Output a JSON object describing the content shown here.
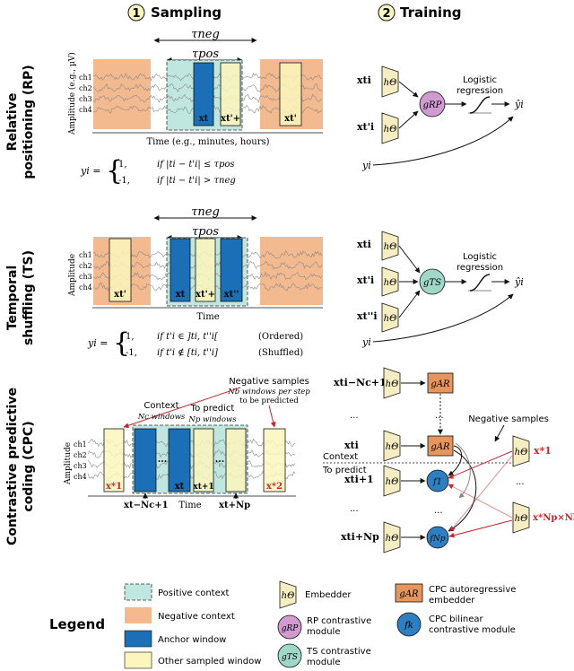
{
  "header": {
    "sampling_num": "1",
    "sampling": "Sampling",
    "training_num": "2",
    "training": "Training"
  },
  "rows": {
    "rp": [
      "Relative",
      "positioning (RP)"
    ],
    "ts": [
      "Temporal",
      "shuffling (TS)"
    ],
    "cpc": [
      "Contrastive predictive",
      "coding (CPC)"
    ]
  },
  "rp": {
    "tau_neg": "τneg",
    "tau_pos": "τpos",
    "ylabel": "Amplitude (e.g., µV)",
    "channels": [
      "ch1",
      "ch2",
      "ch3",
      "ch4"
    ],
    "xlabel": "Time (e.g., minutes, hours)",
    "win_anchor": "xt",
    "win_pos": "xt'+",
    "win_neg": "xt'",
    "eq_lhs": "yi =",
    "eq_case1_val": "1,",
    "eq_case1_cond": "if |ti − t'i| ≤ τpos",
    "eq_case2_val": "-1,",
    "eq_case2_cond": "if |ti − t'i| > τneg",
    "train_in1": "xti",
    "train_in2": "xt'i",
    "embed": "hΘ",
    "g": "gRP",
    "logistic": "Logistic",
    "regression": "regression",
    "yhat": "ŷi",
    "y": "yi"
  },
  "ts": {
    "tau_neg": "τneg",
    "tau_pos": "τpos",
    "ylabel": "Amplitude",
    "channels": [
      "ch1",
      "ch2",
      "ch3",
      "ch4"
    ],
    "xlabel": "Time",
    "win_neg": "xt'",
    "win_anchor": "xt",
    "win_pos": "xt'+",
    "win_anchor2": "xt''",
    "eq_lhs": "yi =",
    "eq_case1_val": "1,",
    "eq_case1_cond": "if t'i ∈ ]ti, t''i[",
    "eq_case1_tag": "(Ordered)",
    "eq_case2_val": "-1,",
    "eq_case2_cond": "if t'i ∉ [ti, t''i]",
    "eq_case2_tag": "(Shuffled)",
    "train_in1": "xti",
    "train_in2": "xt'i",
    "train_in3": "xt''i",
    "embed": "hΘ",
    "g": "gTS",
    "logistic": "Logistic",
    "regression": "regression",
    "yhat": "ŷi",
    "y": "yi"
  },
  "cpc": {
    "neg_samples_title": "Negative samples",
    "neg_samples_sub1": "Nb windows per step",
    "neg_samples_sub2": "to be predicted",
    "context": "Context",
    "context_sub": "Nc windows",
    "to_predict": "To predict",
    "to_predict_sub": "Np windows",
    "ylabel": "Amplitude",
    "channels": [
      "ch1",
      "ch2",
      "ch3",
      "ch4"
    ],
    "xlabel": "Time",
    "win_neg1": "x*1",
    "win_anchor": "xt",
    "win_next": "xt+1",
    "win_neg2": "x*2",
    "lbl_start": "xt−Nc+1",
    "lbl_end": "xt+Np",
    "ellipsis": "...",
    "train_in1": "xti−Nc+1",
    "train_in2": "xti",
    "train_in3": "xti+1",
    "train_in4": "xti+Np",
    "embed": "hΘ",
    "gar": "gAR",
    "f1": "f1",
    "fnp": "fNp",
    "train_context": "Context",
    "train_predict": "To predict",
    "neg_title": "Negative samples",
    "neg1": "x*1",
    "neg2": "x*Np×Nb"
  },
  "legend": {
    "title": "Legend",
    "pos_ctx": "Positive context",
    "neg_ctx": "Negative context",
    "anchor": "Anchor window",
    "other": "Other sampled window",
    "embedder_sym": "hΘ",
    "embedder": "Embedder",
    "rp_sym": "gRP",
    "rp_line1": "RP contrastive",
    "rp_line2": "module",
    "ts_sym": "gTS",
    "ts_line1": "TS contrastive",
    "ts_line2": "module",
    "gar_sym": "gAR",
    "gar_line1": "CPC autoregressive",
    "gar_line2": "embedder",
    "fk_sym": "fk",
    "fk_line1": "CPC bilinear",
    "fk_line2": "contrastive module"
  },
  "colors": {
    "pos_ctx": "#bfe6df",
    "neg_ctx": "#f3b98f",
    "anchor": "#1a6fb6",
    "other": "#fbf6bd",
    "embedder": "#f6edc2",
    "rp": "#cf9bd0",
    "ts": "#9fd7c9",
    "gar": "#e6955c",
    "fk": "#2d7fc2",
    "neg_red": "#c4282c"
  }
}
